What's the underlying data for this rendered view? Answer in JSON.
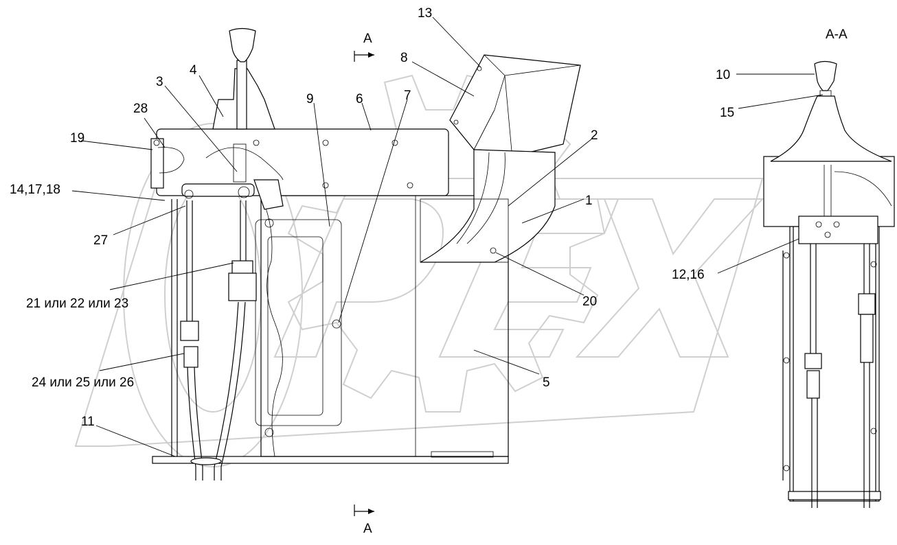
{
  "section_title": "A-A",
  "section_marks": {
    "top": "A",
    "bottom": "A"
  },
  "corner_mark": "",
  "watermark": {
    "text": "OPEX",
    "color": "#cfcfcf"
  },
  "labels": {
    "l1": "1",
    "l2": "2",
    "l3": "3",
    "l4": "4",
    "l5": "5",
    "l6": "6",
    "l7": "7",
    "l8": "8",
    "l9": "9",
    "l10": "10",
    "l11": "11",
    "l13": "13",
    "l15": "15",
    "l19": "19",
    "l20": "20",
    "l27": "27",
    "l28": "28",
    "l12_16": "12,16",
    "l14_17_18": "14,17,18",
    "l21_22_23": "21 или 22 или 23",
    "l24_25_26": "24 или 25 или 26"
  }
}
